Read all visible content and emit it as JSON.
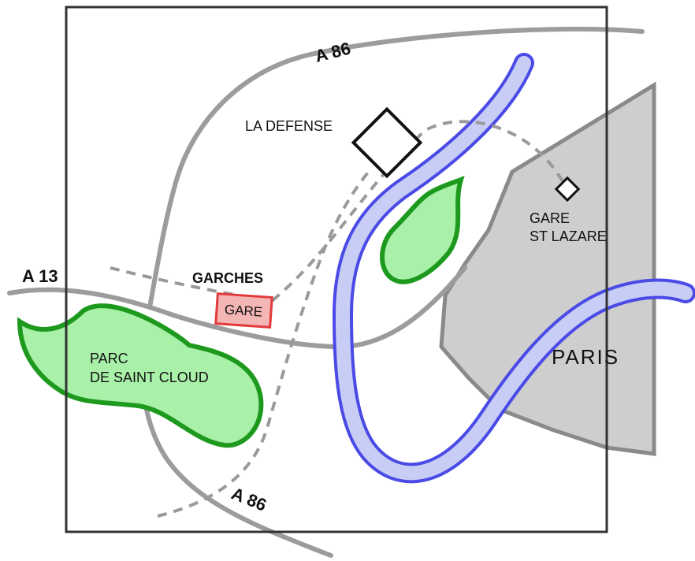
{
  "colors": {
    "road": "#9c9c9c",
    "river_fill": "#c8cdf6",
    "river_edge": "#4a4ae6",
    "park_fill": "#a9f0a9",
    "park_edge": "#1d9a1d",
    "city_fill": "#cecece",
    "rail": "#9a9a9a",
    "station_fill": "#f4b5b5",
    "station_edge": "#e23a3a",
    "frame": "#333333"
  },
  "labels": {
    "a86_north": "A 86",
    "a86_south": "A 86",
    "a13": "A 13",
    "la_defense": "LA DEFENSE",
    "gare_st_lazare": [
      "GARE",
      "ST LAZARE"
    ],
    "garches": "GARCHES",
    "gare": "GARE",
    "parc_saint_cloud": [
      "PARC",
      "DE SAINT CLOUD"
    ],
    "paris": "PARIS"
  }
}
